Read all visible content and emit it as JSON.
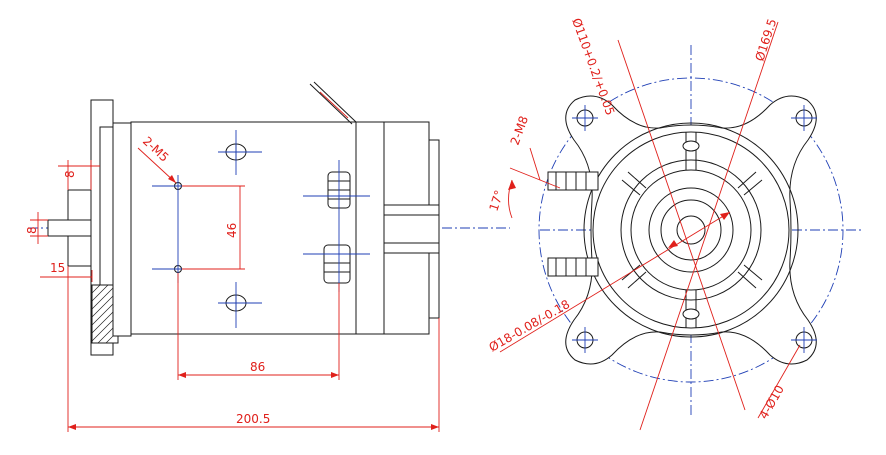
{
  "dimensions": {
    "d8_top": "8",
    "d8_left": "8",
    "d15": "15",
    "d46": "46",
    "d86": "86",
    "d200_5": "200.5",
    "thread_2m5": "2-M5",
    "thread_2m8": "2-M8",
    "angle_17": "17°",
    "dia_110": "Ø110+0.2/+0.05",
    "dia_169_5": "Ø169.5",
    "dia_18": "Ø18-0.08/-0.18",
    "holes_4x10": "4-Ø10"
  },
  "colors": {
    "outline": "#1a1a1a",
    "centerline": "#1f3fb5",
    "dimension": "#e0201b"
  }
}
